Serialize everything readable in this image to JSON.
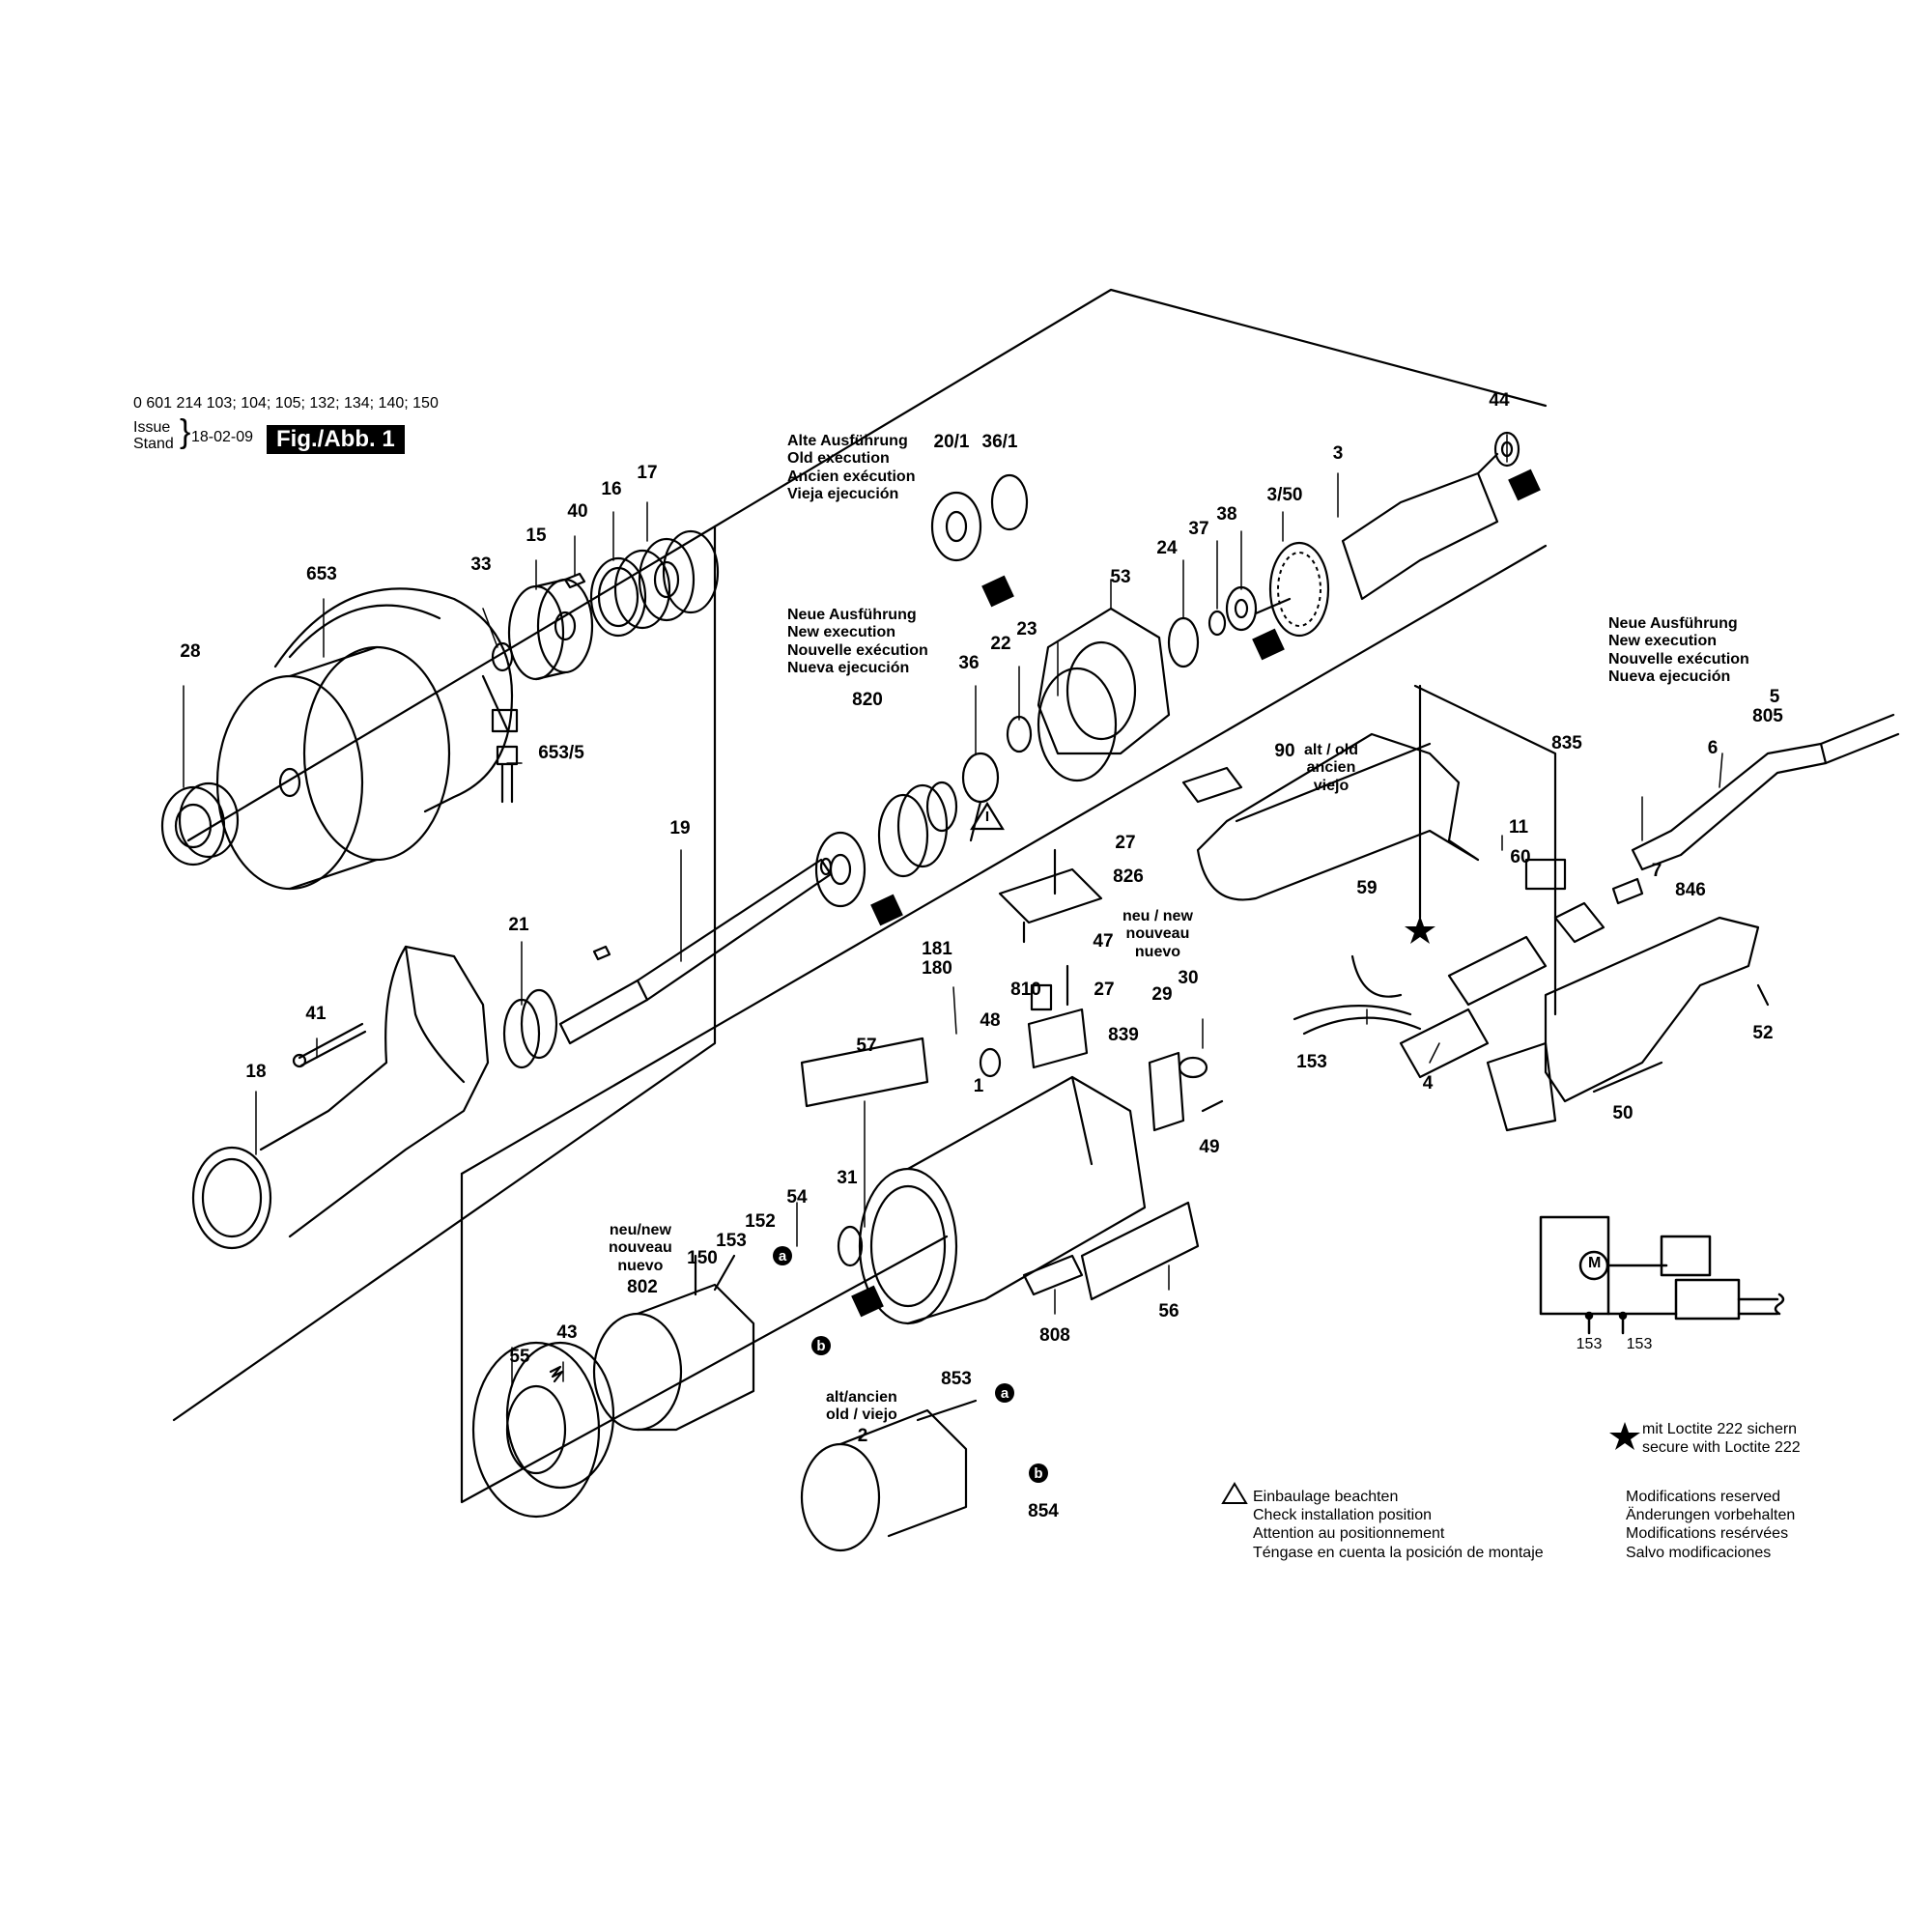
{
  "header": {
    "models": "0 601 214 103; 104; 105; 132; 134; 140; 150",
    "issue_label": "Issue",
    "stand_label": "Stand",
    "date": "18-02-09",
    "figure": "Fig./Abb. 1"
  },
  "variants": {
    "old_execution": [
      "Alte Ausführung",
      "Old execution",
      "Ancien exécution",
      "Vieja ejecución"
    ],
    "new_execution": [
      "Neue Ausführung",
      "New execution",
      "Nouvelle exécution",
      "Nueva ejecución"
    ],
    "new_execution_cable": [
      "Neue Ausführung",
      "New execution",
      "Nouvelle exécution",
      "Nueva ejecución"
    ],
    "alt_old_90": [
      "alt / old",
      "ancien",
      "viejo"
    ],
    "neu_new_47": [
      "neu / new",
      "nouveau",
      "nuevo"
    ],
    "neu_new_802": [
      "neu/new",
      "nouveau",
      "nuevo"
    ],
    "alt_old_2": [
      "alt/ancien",
      "old / viejo"
    ]
  },
  "part_labels": {
    "p44": "44",
    "p3": "3",
    "p3_50": "3/50",
    "p37": "37",
    "p38": "38",
    "p24": "24",
    "p53": "53",
    "p20_1": "20/1",
    "p36_1": "36/1",
    "p23": "23",
    "p22": "22",
    "p36": "36",
    "p820": "820",
    "p653": "653",
    "p28": "28",
    "p33": "33",
    "p15": "15",
    "p40": "40",
    "p16": "16",
    "p17": "17",
    "p653_5": "653/5",
    "p19": "19",
    "p21": "21",
    "p41": "41",
    "p18": "18",
    "p90": "90",
    "p27a": "27",
    "p826": "826",
    "p47": "47",
    "p27b": "27",
    "p810": "810",
    "p839": "839",
    "p181": "181",
    "p180": "180",
    "p48": "48",
    "p57": "57",
    "p1": "1",
    "p29": "29",
    "p30": "30",
    "p49": "49",
    "p31": "31",
    "p54": "54",
    "p152": "152",
    "p153a": "153",
    "p150": "150",
    "p802": "802",
    "p43": "43",
    "p55": "55",
    "p808": "808",
    "p56": "56",
    "p853": "853",
    "p2": "2",
    "p854": "854",
    "p11": "11",
    "p60": "60",
    "p59": "59",
    "p4": "4",
    "p153b": "153",
    "p835": "835",
    "p5": "5",
    "p805": "805",
    "p6": "6",
    "p7": "7",
    "p846": "846",
    "p52": "52",
    "p50": "50",
    "p153c": "153",
    "p153d": "153",
    "mark_a1": "a",
    "mark_b1": "b",
    "mark_a2": "a",
    "mark_b2": "b"
  },
  "notes": {
    "loctite": [
      "mit Loctite 222 sichern",
      "secure with Loctite 222"
    ],
    "installation": [
      "Einbaulage beachten",
      "Check installation position",
      "Attention au positionnement",
      "Téngase en cuenta la posición de montaje"
    ],
    "modifications": [
      "Modifications reserved",
      "Änderungen vorbehalten",
      "Modifications resérvées",
      "Salvo modificaciones"
    ]
  },
  "schematic": {
    "motor_symbol": "M"
  },
  "icons": [
    "warning-triangle-icon",
    "star-icon",
    "bearing-grease-icon"
  ]
}
